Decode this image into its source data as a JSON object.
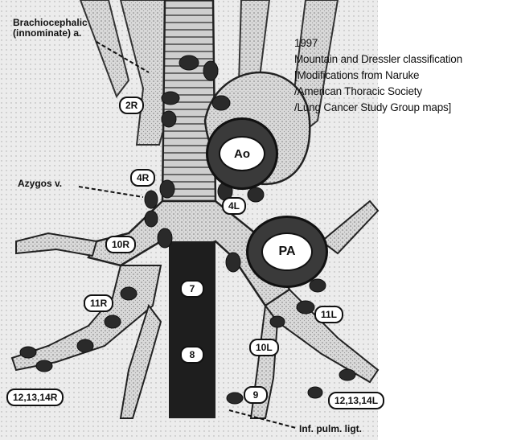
{
  "caption": {
    "year": "1997",
    "line1": "Mountain and Dressler classification",
    "line2": "[Modifications from Naruke",
    "line3": "/American Thoracic Society",
    "line4": "/Lung Cancer Study Group maps]"
  },
  "callouts": {
    "brachiocephalic_line1": "Brachiocephalic",
    "brachiocephalic_line2": "(innominate) a.",
    "azygos": "Azygos v.",
    "inf_pulm": "Inf. pulm. ligt."
  },
  "stations": {
    "s2R": "2R",
    "s4R": "4R",
    "s4L": "4L",
    "s10R": "10R",
    "s11R": "11R",
    "s7": "7",
    "s8": "8",
    "s9": "9",
    "s10L": "10L",
    "s11L": "11L",
    "s12R": "12,13,14R",
    "s12L": "12,13,14L"
  },
  "vessels": {
    "aorta": "Ao",
    "pulmonary_artery": "PA"
  }
}
